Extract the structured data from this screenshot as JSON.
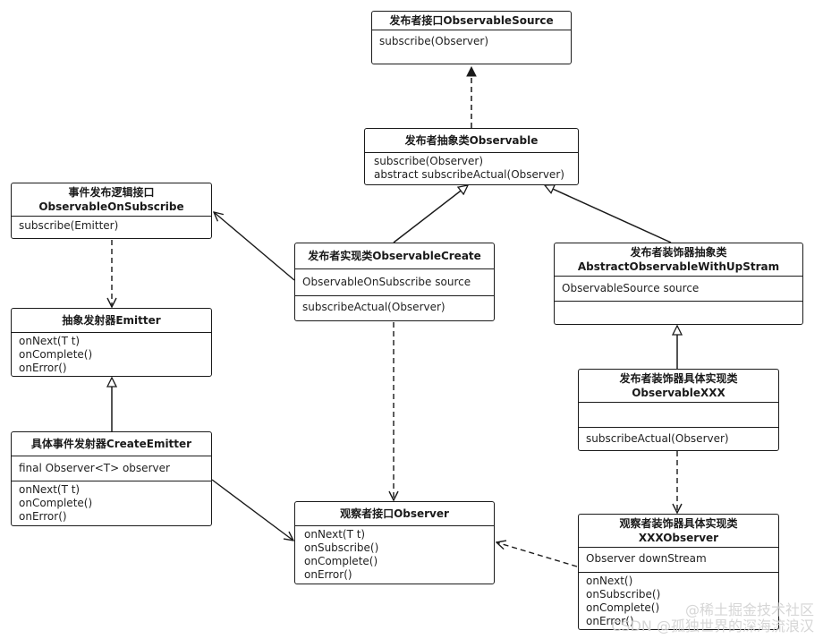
{
  "classes": {
    "source": {
      "title": [
        "发布者接口ObservableSource"
      ],
      "sections": [
        [
          "subscribe(Observer)"
        ]
      ]
    },
    "observable": {
      "title": [
        "发布者抽象类Observable"
      ],
      "sections": [
        [
          "subscribe(Observer)",
          "abstract subscribeActual(Observer)"
        ]
      ]
    },
    "onsub": {
      "title": [
        "事件发布逻辑接口",
        "ObservableOnSubscribe"
      ],
      "sections": [
        [
          "subscribe(Emitter)"
        ]
      ]
    },
    "create": {
      "title": [
        "发布者实现类ObservableCreate"
      ],
      "sections": [
        [
          "ObservableOnSubscribe source"
        ],
        [
          "subscribeActual(Observer)"
        ]
      ]
    },
    "upstream": {
      "title": [
        "发布者装饰器抽象类",
        "AbstractObservableWithUpStram"
      ],
      "sections": [
        [
          "ObservableSource source"
        ],
        []
      ]
    },
    "emitter": {
      "title": [
        "抽象发射器Emitter"
      ],
      "sections": [
        [
          "onNext(T t)",
          "onComplete()",
          "onError()"
        ]
      ]
    },
    "xxx": {
      "title": [
        "发布者装饰器具体实现类",
        "ObservableXXX"
      ],
      "sections": [
        [],
        [
          "subscribeActual(Observer)"
        ]
      ]
    },
    "cemitter": {
      "title": [
        "具体事件发射器CreateEmitter"
      ],
      "sections": [
        [
          "final Observer<T> observer"
        ],
        [
          "onNext(T t)",
          "onComplete()",
          "onError()"
        ]
      ]
    },
    "observer": {
      "title": [
        "观察者接口Observer"
      ],
      "sections": [
        [
          "onNext(T t)",
          "onSubscribe()",
          "onComplete()",
          "onError()"
        ]
      ]
    },
    "xxxobs": {
      "title": [
        "观察者装饰器具体实现类",
        "XXXObserver"
      ],
      "sections": [
        [
          "Observer downStream"
        ],
        [
          "onNext()",
          "onSubscribe()",
          "onComplete()",
          "onError()"
        ]
      ]
    }
  },
  "watermark": {
    "line1": "@稀土掘金技术社区",
    "line2": "CSDN @孤独世界的深海流浪汉"
  }
}
